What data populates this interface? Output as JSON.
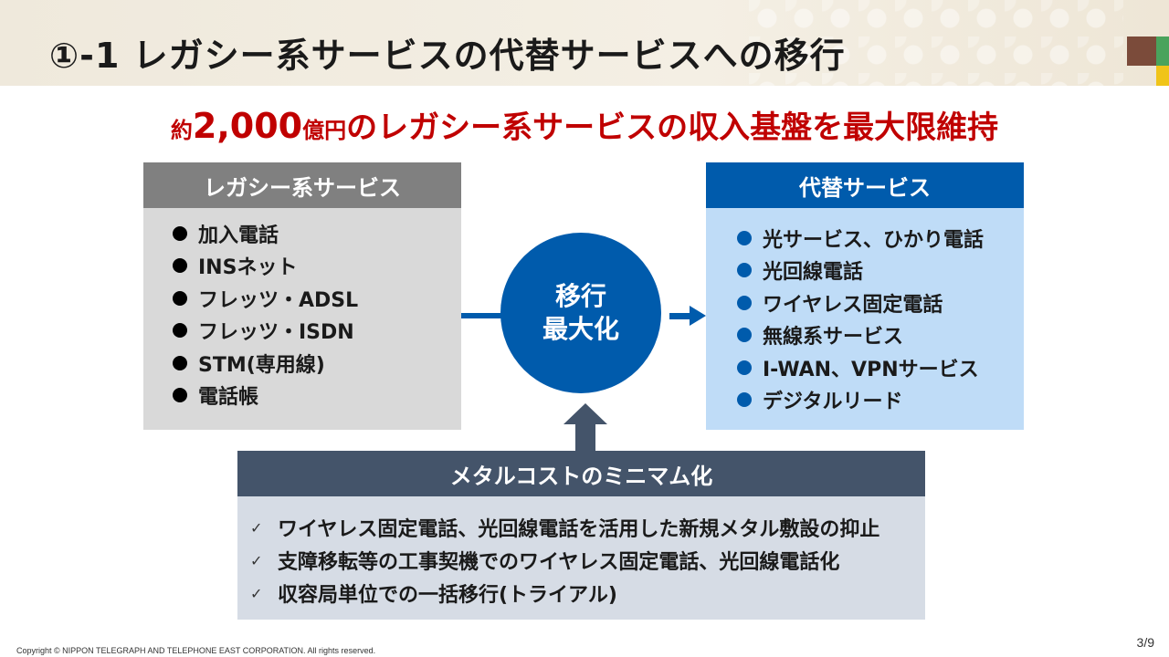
{
  "header": {
    "title": "①-1 レガシー系サービスの代替サービスへの移行"
  },
  "headline": {
    "prefix": "約",
    "amount": "2,000",
    "unit": "億円",
    "rest": "のレガシー系サービスの収入基盤を最大限維持"
  },
  "legacy": {
    "title": "レガシー系サービス",
    "items": [
      "加入電話",
      "INSネット",
      "フレッツ・ADSL",
      "フレッツ・ISDN",
      "STM(専用線)",
      "電話帳"
    ]
  },
  "center": {
    "line1": "移行",
    "line2": "最大化"
  },
  "alternative": {
    "title": "代替サービス",
    "items": [
      "光サービス、ひかり電話",
      "光回線電話",
      "ワイヤレス固定電話",
      "無線系サービス",
      "I-WAN、VPNサービス",
      "デジタルリード"
    ]
  },
  "metal": {
    "title": "メタルコストのミニマム化",
    "items": [
      "ワイヤレス固定電話、光回線電話を活用した新規メタル敷設の抑止",
      "支障移転等の工事契機でのワイヤレス固定電話、光回線電話化",
      "収容局単位での一括移行(トライアル)"
    ]
  },
  "footer": {
    "copyright": "Copyright © NIPPON TELEGRAPH AND TELEPHONE EAST CORPORATION. All rights reserved.",
    "page": "3/9"
  },
  "colors": {
    "accent_red": "#c00000",
    "primary_blue": "#005bac",
    "light_blue": "#bfdcf7",
    "gray_header": "#808080",
    "gray_body": "#d9d9d9",
    "slate": "#44546a",
    "slate_light": "#d6dce5"
  },
  "icons": {
    "bullet": "filled-circle",
    "check": "check-mark",
    "arrows": [
      "arrow-right",
      "arrow-up"
    ]
  }
}
